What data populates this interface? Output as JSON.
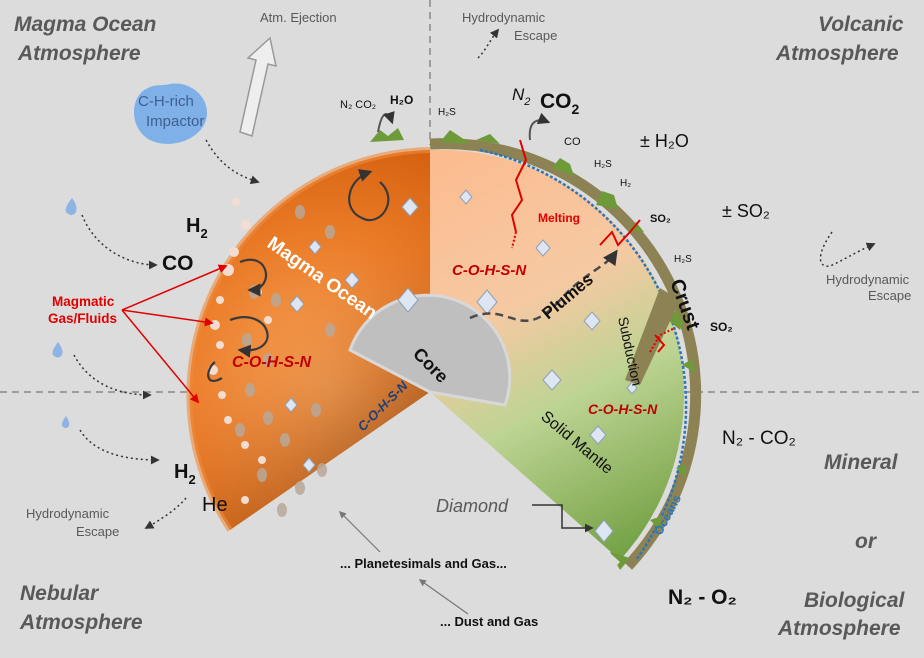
{
  "corners": {
    "top_left": [
      "Magma Ocean",
      "Atmosphere"
    ],
    "top_right": [
      "Volcanic",
      "Atmosphere"
    ],
    "bottom_left": [
      "Nebular",
      "Atmosphere"
    ],
    "mid_right_1": "Mineral",
    "mid_right_2": "or",
    "bottom_right": [
      "Biological",
      "Atmosphere"
    ]
  },
  "processes": {
    "atm_ejection": "Atm. Ejection",
    "hydro_escape_top": [
      "Hydrodynamic",
      "Escape"
    ],
    "hydro_escape_right": [
      "Hydrodynamic",
      "Escape"
    ],
    "hydro_escape_left": [
      "Hydrodynamic",
      "Escape"
    ],
    "impactor": [
      "C-H-rich",
      "Impactor"
    ],
    "magmatic_gas": [
      "Magmatic",
      "Gas/Fluids"
    ],
    "planetesimals": "... Planetesimals and Gas...",
    "dust_gas": "... Dust and Gas"
  },
  "gases": {
    "h2_top": "H",
    "h2_top_sub": "2",
    "co": "CO",
    "h2_bottom": "H",
    "h2_bottom_sub": "2",
    "he": "He",
    "n2_co2_small": "N₂ CO₂",
    "h2o_small": "H₂O",
    "h2s_small": "H₂S",
    "n2": "N",
    "n2_sub": "2",
    "co2": "CO",
    "co2_sub": "2",
    "co_small": "CO",
    "h2o": "± H₂O",
    "h2s_a": "H₂S",
    "h2_small": "H₂",
    "so2_a": "SO₂",
    "so2_b": "± SO₂",
    "h2s_b": "H₂S",
    "so2_c": "SO₂",
    "n2_co2": "N₂ - CO₂",
    "n2_o2": "N₂ - O₂"
  },
  "interior": {
    "magma_ocean": "Magma Ocean",
    "cohsn_magma": "C-O-H-S-N",
    "core": "Core",
    "cohsn_core": "C-O-H-S-N",
    "melting": "Melting",
    "cohsn_plume": "C-O-H-S-N",
    "plumes": "Plumes",
    "crust": "Crust",
    "subduction": "Subduction",
    "cohsn_mantle": "C-O-H-S-N",
    "solid_mantle": "Solid Mantle",
    "diamond": "Diamond",
    "oceans": "Oceans"
  },
  "colors": {
    "background": "#dcdcdc",
    "magma_light": "#f5b27a",
    "magma_dark": "#d9580f",
    "mantle_light": "#f9c9a0",
    "mantle_green": "#9cc56a",
    "crust": "#8c8254",
    "ocean": "#2e75b6",
    "core": "#bfbfbf",
    "gas_red": "#e00000",
    "impactor": "#7fb0e8"
  }
}
